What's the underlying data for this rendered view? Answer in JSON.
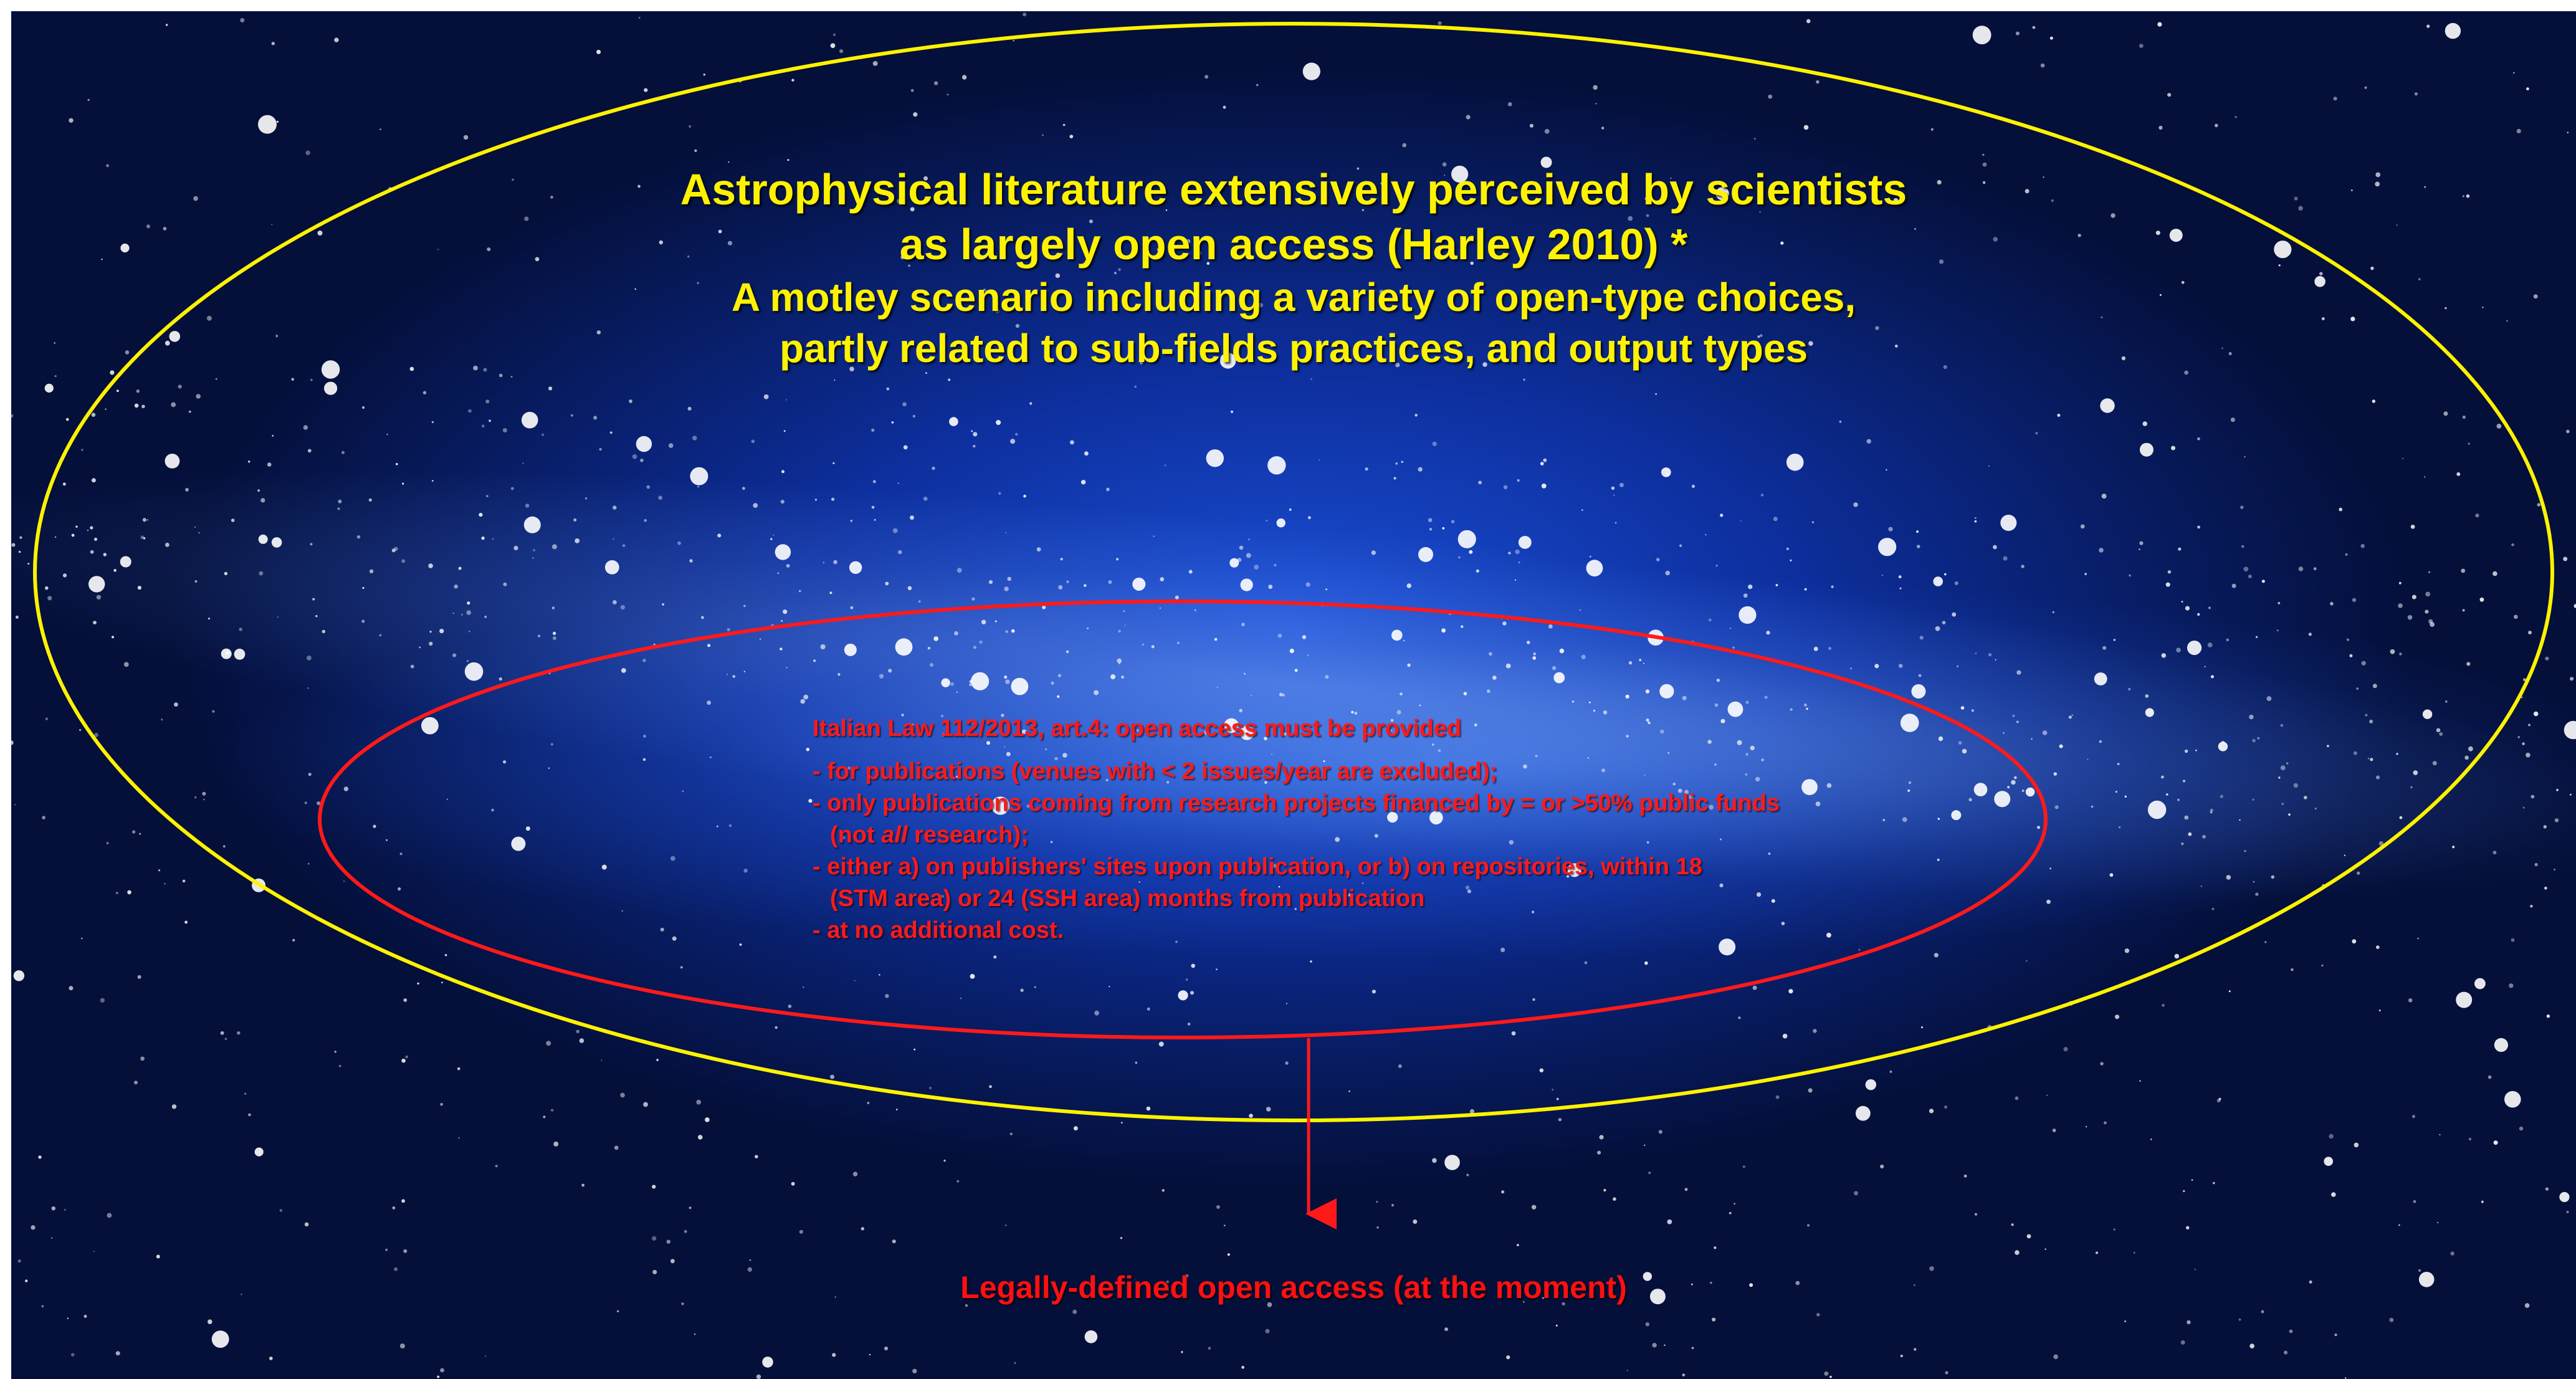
{
  "colors": {
    "outer_ellipse": "#fff200",
    "inner_ellipse": "#ff1a1a",
    "title_text": "#fff200",
    "law_text": "#ff1a1a",
    "arrow": "#ff1a1a",
    "background_deep": "#071a5c",
    "background_core": "#1b4fd6"
  },
  "outer_group": {
    "title_line1": "Astrophysical literature extensively perceived by scientists",
    "title_line2": "as largely open access (Harley 2010) *",
    "subtitle_line1": "A motley scenario including a variety of open-type choices,",
    "subtitle_line2": "partly related to sub-fields practices, and output types"
  },
  "inner_group": {
    "law_title": "Italian Law 112/2013, art.4: open access must be provided",
    "items": [
      {
        "a": "- for publications (venues with < 2 issues/year are excluded);"
      },
      {
        "a": "- only publications coming from research projects financed by = or >50% public funds"
      },
      {
        "a": "(not ",
        "em": "all",
        "b": " research);"
      },
      {
        "a": "- either a) on publishers' sites upon publication, or b) on repositories, within 18"
      },
      {
        "a": "(STM area) or 24 (SSH area) months from publication"
      },
      {
        "a": "- at no additional cost."
      }
    ]
  },
  "arrow_target": {
    "label": "Legally-defined open access (at the moment)"
  }
}
